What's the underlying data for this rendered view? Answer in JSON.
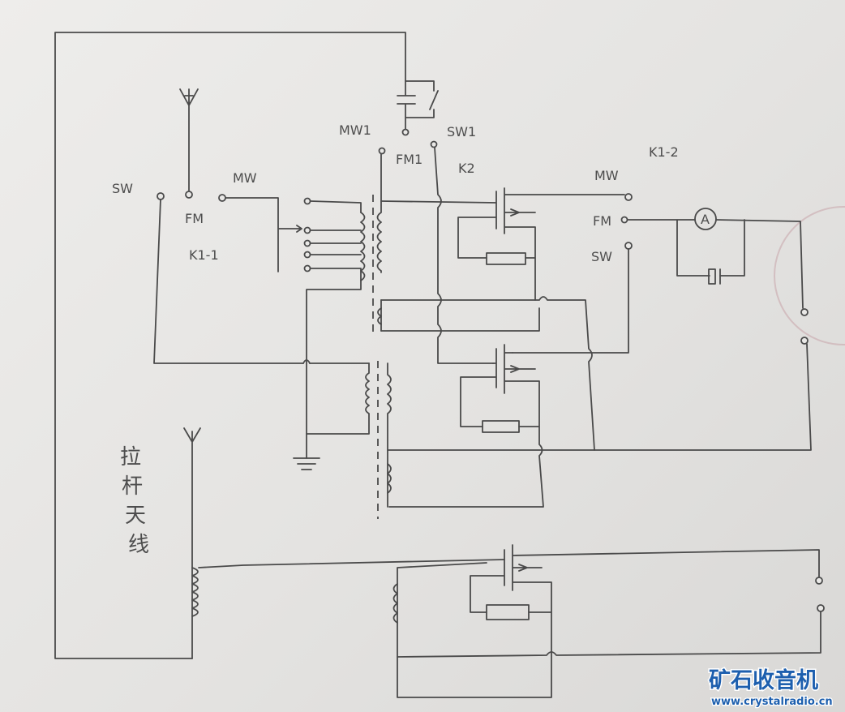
{
  "labels": {
    "k1_1": {
      "sw": "SW",
      "fm": "FM",
      "mw": "MW",
      "name": "K1-1"
    },
    "k2": {
      "mw1": "MW1",
      "fm1": "FM1",
      "sw1": "SW1",
      "name": "K2"
    },
    "k1_2": {
      "mw": "MW",
      "fm": "FM",
      "sw": "SW",
      "name": "K1-2"
    },
    "ammeter": "A",
    "telescopic_antenna": [
      "拉",
      "杆",
      "天",
      "线"
    ]
  },
  "watermark": {
    "title": "矿石收音机",
    "url": "www.crystalradio.cn",
    "color": "#1d5fae"
  }
}
